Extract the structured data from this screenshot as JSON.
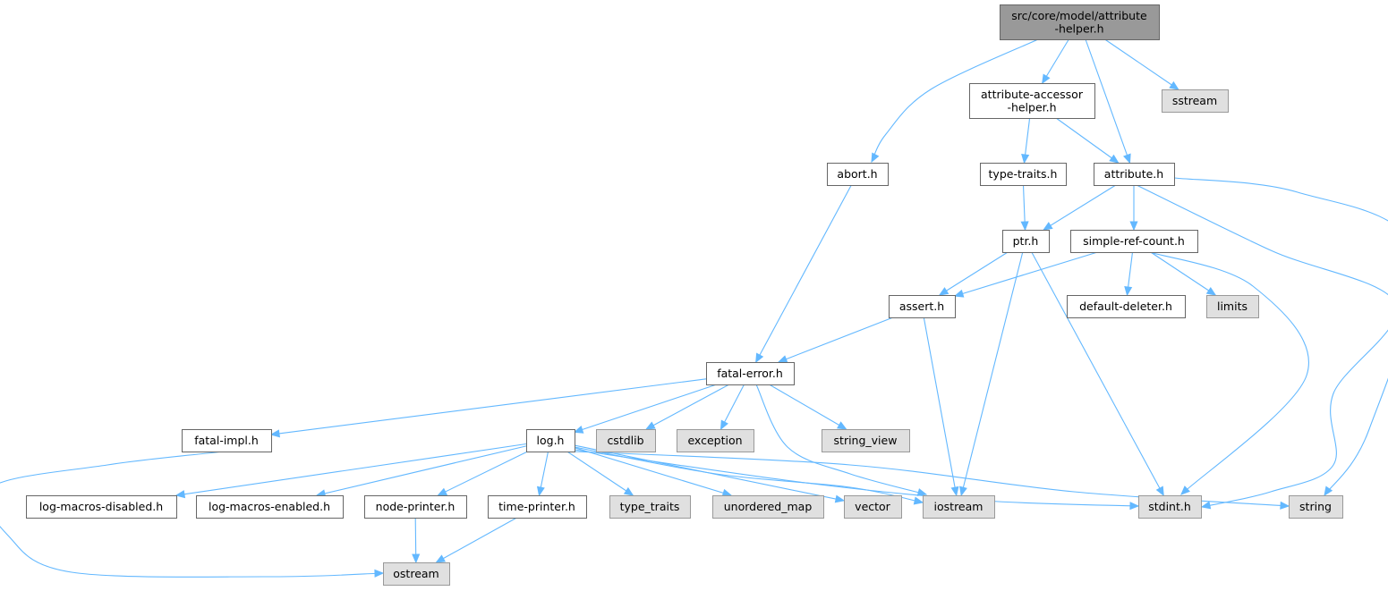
{
  "graph": {
    "nodes": [
      {
        "id": "root",
        "label": "src/core/model/attribute\n-helper.h",
        "kind": "root"
      },
      {
        "id": "abort",
        "label": "abort.h",
        "kind": "local"
      },
      {
        "id": "aah",
        "label": "attribute-accessor\n-helper.h",
        "kind": "local"
      },
      {
        "id": "attribute",
        "label": "attribute.h",
        "kind": "local"
      },
      {
        "id": "sstream",
        "label": "sstream",
        "kind": "system"
      },
      {
        "id": "typetraitsh",
        "label": "type-traits.h",
        "kind": "local"
      },
      {
        "id": "ptr",
        "label": "ptr.h",
        "kind": "local"
      },
      {
        "id": "src",
        "label": "simple-ref-count.h",
        "kind": "local"
      },
      {
        "id": "assert",
        "label": "assert.h",
        "kind": "local"
      },
      {
        "id": "dd",
        "label": "default-deleter.h",
        "kind": "local"
      },
      {
        "id": "limits",
        "label": "limits",
        "kind": "system"
      },
      {
        "id": "fatalerror",
        "label": "fatal-error.h",
        "kind": "local"
      },
      {
        "id": "fatalimpl",
        "label": "fatal-impl.h",
        "kind": "local"
      },
      {
        "id": "log",
        "label": "log.h",
        "kind": "local"
      },
      {
        "id": "cstdlib",
        "label": "cstdlib",
        "kind": "system"
      },
      {
        "id": "exception",
        "label": "exception",
        "kind": "system"
      },
      {
        "id": "stringview",
        "label": "string_view",
        "kind": "system"
      },
      {
        "id": "lmd",
        "label": "log-macros-disabled.h",
        "kind": "local"
      },
      {
        "id": "lme",
        "label": "log-macros-enabled.h",
        "kind": "local"
      },
      {
        "id": "nodeprinter",
        "label": "node-printer.h",
        "kind": "local"
      },
      {
        "id": "timeprinter",
        "label": "time-printer.h",
        "kind": "local"
      },
      {
        "id": "typetraits",
        "label": "type_traits",
        "kind": "system"
      },
      {
        "id": "umap",
        "label": "unordered_map",
        "kind": "system"
      },
      {
        "id": "vector",
        "label": "vector",
        "kind": "system"
      },
      {
        "id": "iostream",
        "label": "iostream",
        "kind": "system"
      },
      {
        "id": "stdint",
        "label": "stdint.h",
        "kind": "system"
      },
      {
        "id": "string",
        "label": "string",
        "kind": "system"
      },
      {
        "id": "ostream",
        "label": "ostream",
        "kind": "system"
      }
    ],
    "edges": [
      [
        "root",
        "abort"
      ],
      [
        "root",
        "aah"
      ],
      [
        "root",
        "attribute"
      ],
      [
        "root",
        "sstream"
      ],
      [
        "aah",
        "typetraitsh"
      ],
      [
        "aah",
        "attribute"
      ],
      [
        "abort",
        "fatalerror"
      ],
      [
        "typetraitsh",
        "ptr"
      ],
      [
        "attribute",
        "ptr"
      ],
      [
        "attribute",
        "src"
      ],
      [
        "attribute",
        "stdint"
      ],
      [
        "attribute",
        "string"
      ],
      [
        "ptr",
        "assert"
      ],
      [
        "ptr",
        "iostream"
      ],
      [
        "ptr",
        "stdint"
      ],
      [
        "src",
        "assert"
      ],
      [
        "src",
        "dd"
      ],
      [
        "src",
        "limits"
      ],
      [
        "src",
        "stdint"
      ],
      [
        "assert",
        "fatalerror"
      ],
      [
        "assert",
        "iostream"
      ],
      [
        "fatalerror",
        "fatalimpl"
      ],
      [
        "fatalerror",
        "log"
      ],
      [
        "fatalerror",
        "cstdlib"
      ],
      [
        "fatalerror",
        "exception"
      ],
      [
        "fatalerror",
        "stringview"
      ],
      [
        "fatalerror",
        "iostream"
      ],
      [
        "fatalimpl",
        "ostream"
      ],
      [
        "log",
        "lmd"
      ],
      [
        "log",
        "lme"
      ],
      [
        "log",
        "nodeprinter"
      ],
      [
        "log",
        "timeprinter"
      ],
      [
        "log",
        "typetraits"
      ],
      [
        "log",
        "umap"
      ],
      [
        "log",
        "vector"
      ],
      [
        "log",
        "iostream"
      ],
      [
        "log",
        "stdint"
      ],
      [
        "log",
        "string"
      ],
      [
        "nodeprinter",
        "ostream"
      ],
      [
        "timeprinter",
        "ostream"
      ]
    ]
  }
}
